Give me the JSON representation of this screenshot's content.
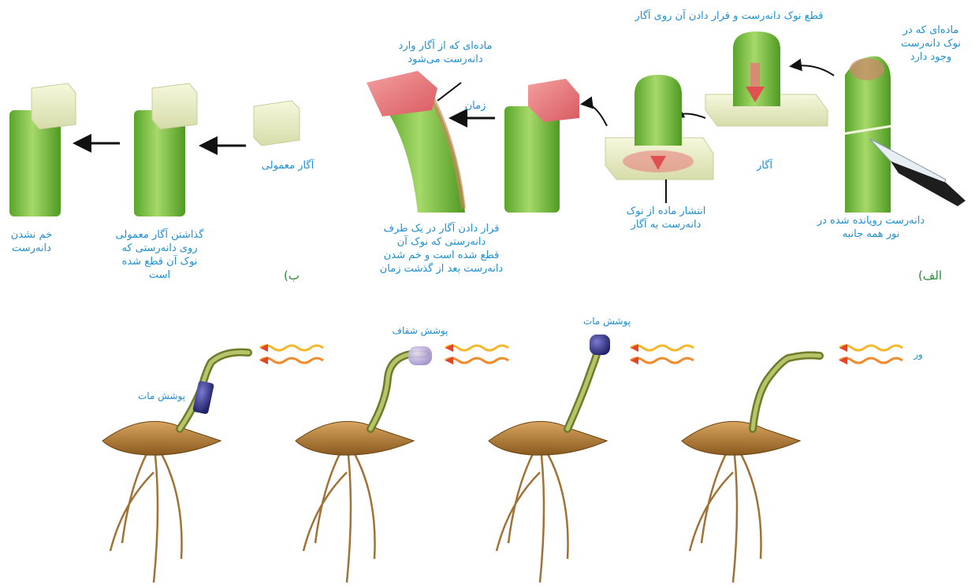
{
  "panel_a": {
    "section": "الف)",
    "coleoptile_label": "دانه‌رست رویانده شده در\nنور همه جانبه",
    "tip_substance": "ماده‌ای که در\nنوک دانه‌رست\nوجود دارد",
    "cut_tip": "قطع نوک دانه‌رست و قرار دادن آن روی آگار",
    "agar": "آگار",
    "diffusion": "انتشار ماده از نوک\nدانه‌رست به آگار",
    "substance_enters": "ماده‌ای که از آگار وارد\nدانه‌رست می‌شود",
    "time": "زمان",
    "placing_agar": "قرار دادن آگار در یک طرف\nدانه‌رستی که نوک آن\nقطع شده است و خم شدن\nدانه‌رست بعد از گذشت زمان"
  },
  "panel_b": {
    "section": "ب)",
    "normal_agar": "آگار معمولی",
    "placing_normal": "گذاشتن آگار معمولی\nروی دانه‌رستی که\nنوک آن قطع شده\nاست",
    "no_bending": "خم نشدن\nدانه‌رست"
  },
  "bottom": {
    "light": "ور",
    "opaque_cap": "پوشش مات",
    "transparent_cap": "پوشش شفاف",
    "opaque_sleeve": "پوشش مات"
  },
  "colors": {
    "label": "#1c8fd6",
    "section": "#2d8a3a",
    "stem": "#7fc241",
    "agar": "#e8ecc4",
    "auxin": "#e8787a",
    "opaque": "#3a3a8a",
    "transparent": "#b8a8d8",
    "seed": "#b07a2c",
    "light_arrow": "#f08a2a"
  }
}
